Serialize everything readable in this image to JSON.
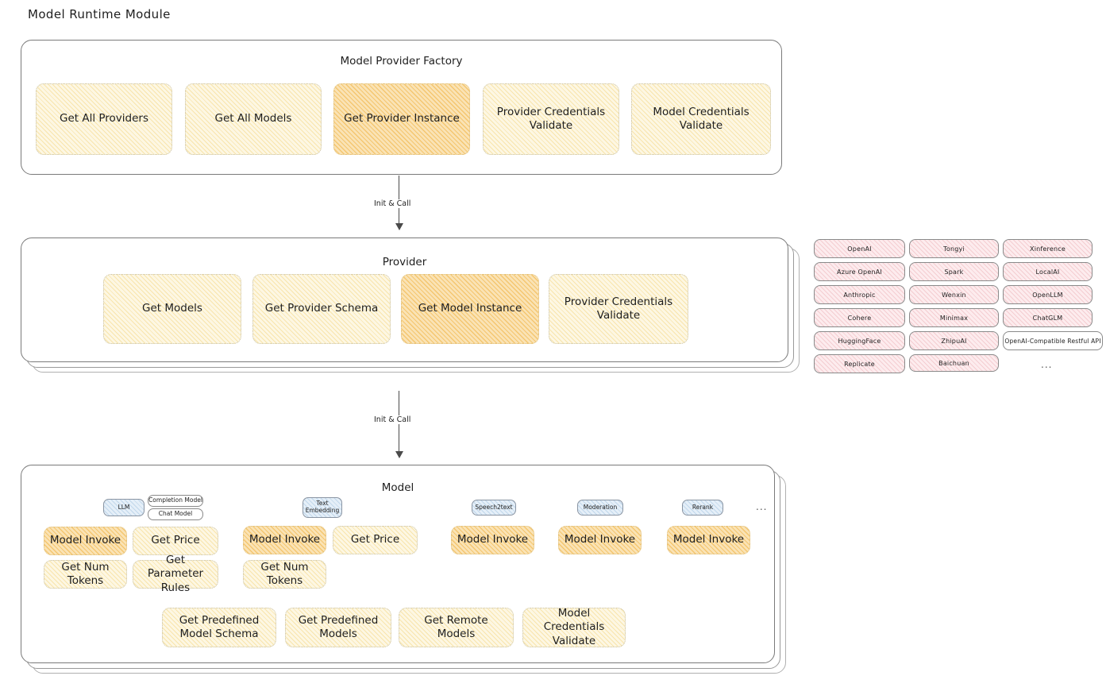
{
  "title": "Model Runtime Module",
  "colors": {
    "cream": "#fdf7e3",
    "amber": "#fae3b5",
    "pink": "#fdecee",
    "blue": "#e5eff8",
    "stroke": "#7a7a7a",
    "text": "#1e1e1e"
  },
  "factory": {
    "title": "Model Provider Factory",
    "nodes": [
      {
        "label": "Get All Providers",
        "highlight": false
      },
      {
        "label": "Get All Models",
        "highlight": false
      },
      {
        "label": "Get Provider Instance",
        "highlight": true
      },
      {
        "label": "Provider Credentials Validate",
        "highlight": false
      },
      {
        "label": "Model Credentials Validate",
        "highlight": false
      }
    ]
  },
  "arrows": [
    {
      "label": "Init & Call"
    },
    {
      "label": "Init & Call"
    }
  ],
  "provider": {
    "title": "Provider",
    "nodes": [
      {
        "label": "Get Models",
        "highlight": false
      },
      {
        "label": "Get Provider Schema",
        "highlight": false
      },
      {
        "label": "Get Model Instance",
        "highlight": true
      },
      {
        "label": "Provider Credentials Validate",
        "highlight": false
      }
    ]
  },
  "provider_list": {
    "columns": [
      [
        "OpenAI",
        "Azure OpenAI",
        "Anthropic",
        "Cohere",
        "HuggingFace",
        "Replicate"
      ],
      [
        "Tongyi",
        "Spark",
        "Wenxin",
        "Minimax",
        "ZhipuAI",
        "Baichuan"
      ],
      [
        "Xinference",
        "LocalAI",
        "OpenLLM",
        "ChatGLM",
        "OpenAI-Compatible Restful API"
      ]
    ],
    "more": "..."
  },
  "model": {
    "title": "Model",
    "more": "...",
    "types": [
      {
        "badge": "LLM",
        "sub_badges": [
          "Completion Model",
          "Chat Model"
        ],
        "methods": [
          "Model Invoke",
          "Get Price",
          "Get Num Tokens",
          "Get Parameter Rules"
        ]
      },
      {
        "badge": "Text Embedding",
        "sub_badges": [],
        "methods": [
          "Model Invoke",
          "Get Price",
          "Get Num Tokens"
        ]
      },
      {
        "badge": "Speech2text",
        "sub_badges": [],
        "methods": [
          "Model Invoke"
        ]
      },
      {
        "badge": "Moderation",
        "sub_badges": [],
        "methods": [
          "Model Invoke"
        ]
      },
      {
        "badge": "Rerank",
        "sub_badges": [],
        "methods": [
          "Model Invoke"
        ]
      }
    ],
    "common_methods": [
      "Get Predefined Model Schema",
      "Get Predefined Models",
      "Get Remote Models",
      "Model Credentials Validate"
    ]
  }
}
